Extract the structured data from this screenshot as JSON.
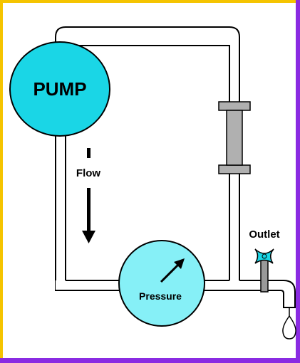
{
  "diagram": {
    "labels": {
      "pump": "PUMP",
      "flow": "Flow",
      "pressure": "Pressure",
      "outlet": "Outlet"
    },
    "colors": {
      "frame_top_left": "#f5c400",
      "frame_right": "#8a2be2",
      "frame_bottom": "#8a2be2",
      "pipe_fill": "#ffffff",
      "pipe_stroke": "#000000",
      "pump_fill": "#1ad6e6",
      "gauge_fill": "#86f0f7",
      "clamp_fill": "#b0b0b0",
      "valve_handle": "#1ad6e6",
      "valve_stem": "#999999"
    },
    "icons": {
      "flow_indicator": "down-arrow-icon",
      "pressure_needle": "arrow-up-right-icon",
      "outlet_valve": "faucet-valve-icon",
      "outlet_drop": "water-drop-icon"
    }
  }
}
